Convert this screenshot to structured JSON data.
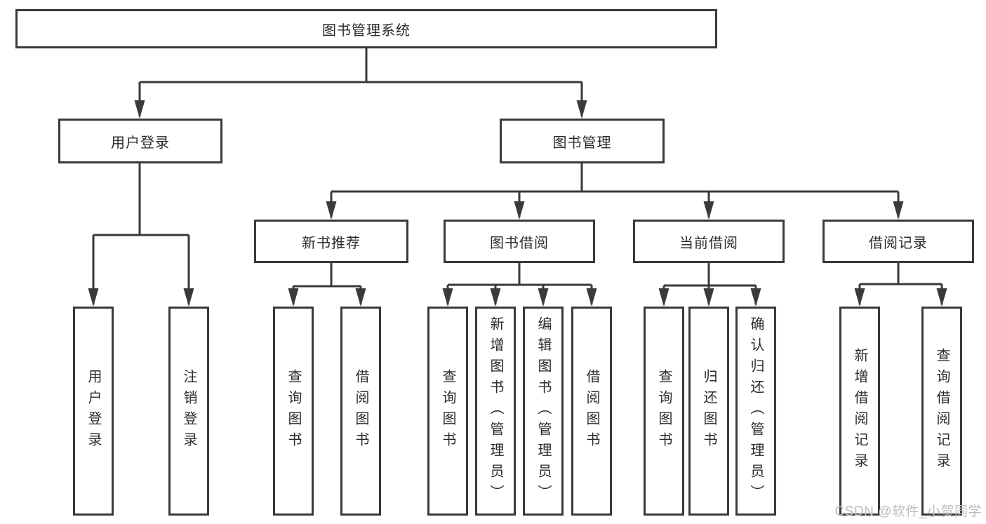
{
  "tree": {
    "label": "图书管理系统",
    "children": [
      {
        "label": "用户登录",
        "children": [
          {
            "label": "用户登录"
          },
          {
            "label": "注销登录"
          }
        ]
      },
      {
        "label": "图书管理",
        "children": [
          {
            "label": "新书推荐",
            "children": [
              {
                "label": "查询图书"
              },
              {
                "label": "借阅图书"
              }
            ]
          },
          {
            "label": "图书借阅",
            "children": [
              {
                "label": "查询图书"
              },
              {
                "label": "新增图书（管理员）"
              },
              {
                "label": "编辑图书（管理员）"
              },
              {
                "label": "借阅图书"
              }
            ]
          },
          {
            "label": "当前借阅",
            "children": [
              {
                "label": "查询图书"
              },
              {
                "label": "归还图书"
              },
              {
                "label": "确认归还（管理员）"
              }
            ]
          },
          {
            "label": "借阅记录",
            "children": [
              {
                "label": "新增借阅记录"
              },
              {
                "label": "查询借阅记录"
              }
            ]
          }
        ]
      }
    ]
  },
  "watermark": {
    "text": "CSDN @软件_小贺同学"
  },
  "colors": {
    "background": "#ffffff",
    "line": "#3a3a3a",
    "box_border": "#3a3a3a",
    "text": "#2b2b2b",
    "watermark": "#b9bec2"
  }
}
